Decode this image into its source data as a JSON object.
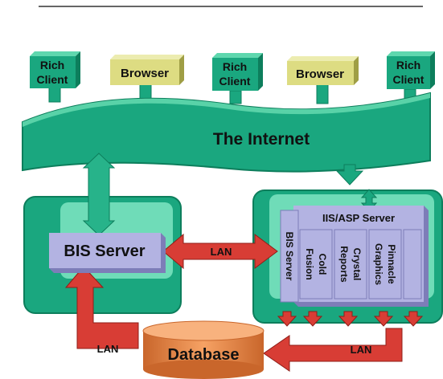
{
  "clients": [
    {
      "line1": "Rich",
      "line2": "Client"
    },
    {
      "line1": "Browser",
      "line2": ""
    },
    {
      "line1": "Rich",
      "line2": "Client"
    },
    {
      "line1": "Browser",
      "line2": ""
    },
    {
      "line1": "Rich",
      "line2": "Client"
    }
  ],
  "internet": {
    "label": "The Internet"
  },
  "bis": {
    "label": "BIS Server"
  },
  "iis": {
    "label": "IIS/ASP Server",
    "side_label": "BIS Server",
    "modules": [
      {
        "line1": "Cold",
        "line2": "Fusion"
      },
      {
        "line1": "Crystal",
        "line2": "Reports"
      },
      {
        "line1": "Pinnacle",
        "line2": "Graphics"
      }
    ]
  },
  "links": {
    "lan_middle": "LAN",
    "lan_left": "LAN",
    "lan_right": "LAN"
  },
  "database": {
    "label": "Database"
  },
  "colors": {
    "teal": "#1aa77f",
    "teal_dark": "#0d7e5c",
    "teal_light": "#7fe6c4",
    "lavender": "#b3b3e2",
    "browser_yellow": "#dddc82",
    "arrow_red": "#d83d35",
    "db_orange": "#ee8c45"
  }
}
